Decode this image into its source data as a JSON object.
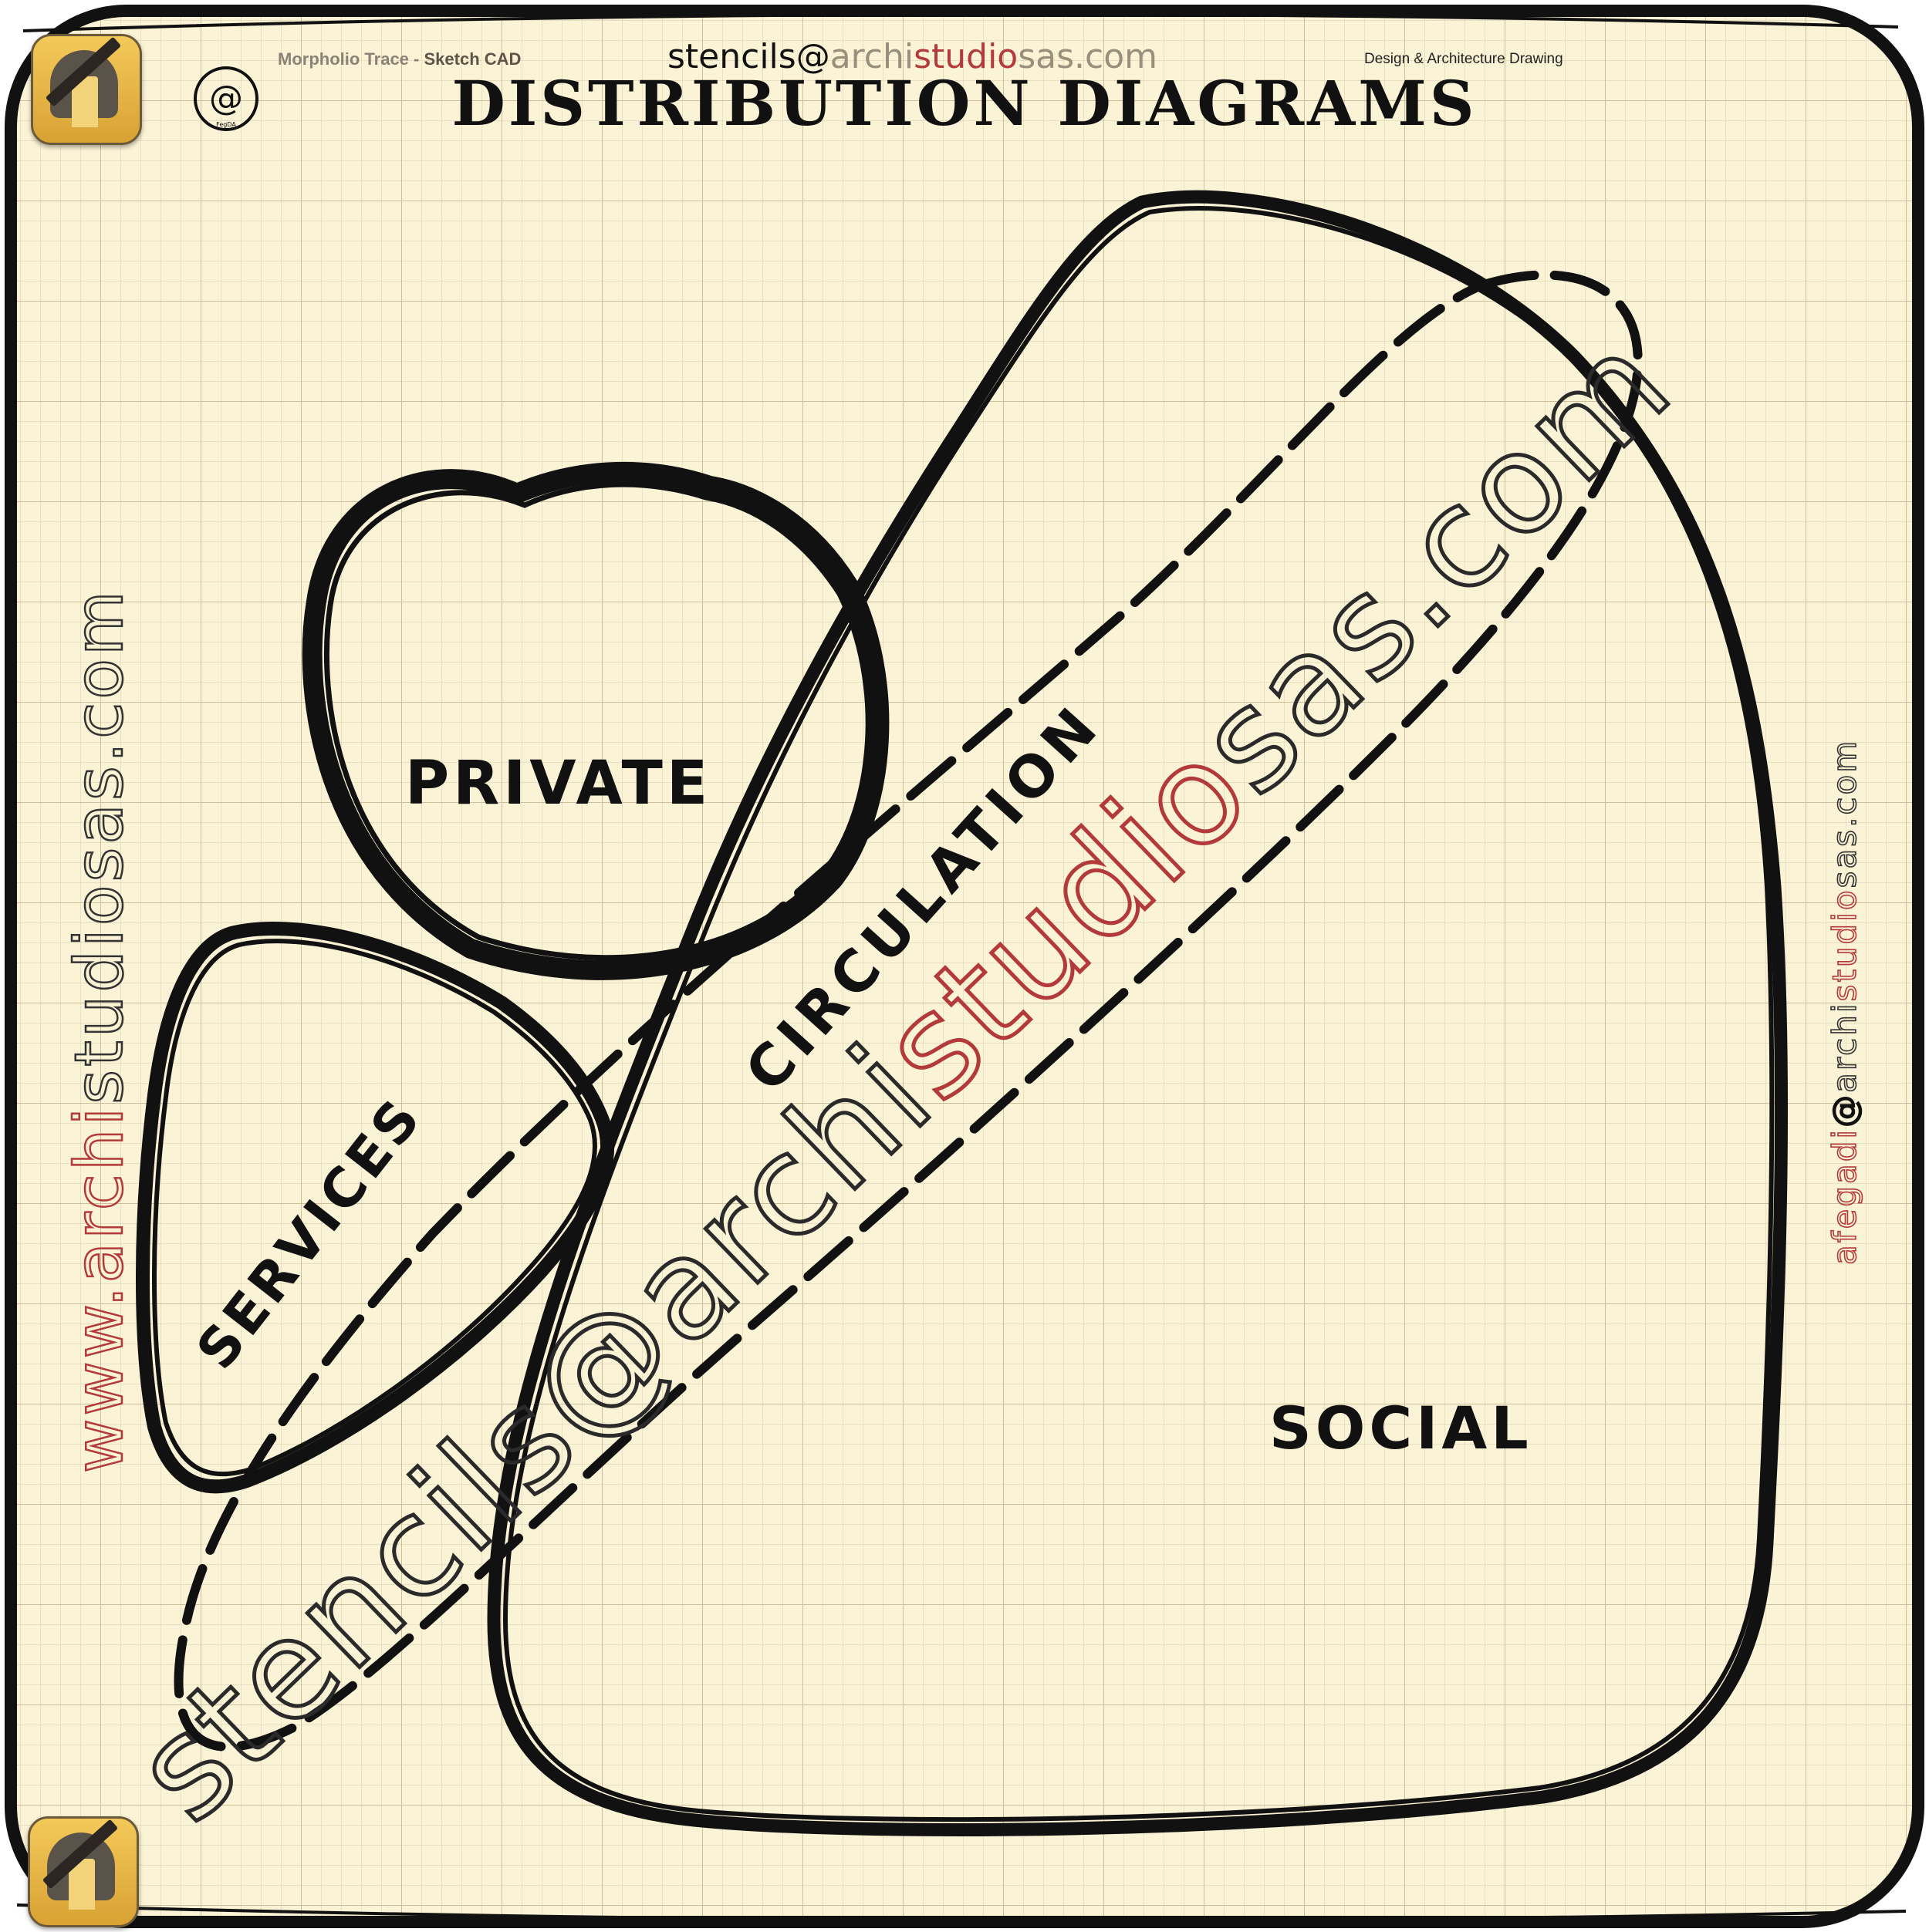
{
  "header": {
    "software": "Morpholio Trace",
    "software_separator": " - ",
    "software_mode": "Sketch CAD",
    "email_prefix": "stencils@",
    "email_domain_a": "archi",
    "email_domain_b": "studio",
    "email_domain_c": "sas.com",
    "tagline": "Design & Architecture Drawing",
    "title": "DISTRIBUTION DIAGRAMS",
    "stamp_text": "FegDA"
  },
  "zones": {
    "private": "PRIVATE",
    "services": "SERVICES",
    "circulation": "CIRCULATION",
    "social": "SOCIAL"
  },
  "watermarks": {
    "left_prefix": "www.",
    "left_accent": "archi",
    "left_rest": "studiosas.com",
    "right_accent": "afegadi",
    "right_at": "@",
    "right_rest_a": "archi",
    "right_rest_b": "studio",
    "right_rest_c": "sas.com",
    "diag_a": "stencils@archi",
    "diag_b": "studio",
    "diag_c": "sas.com"
  },
  "colors": {
    "paper": "#fbf3d6",
    "grid": "#d9cfb3",
    "ink": "#111111",
    "accent": "#b33a3a"
  }
}
